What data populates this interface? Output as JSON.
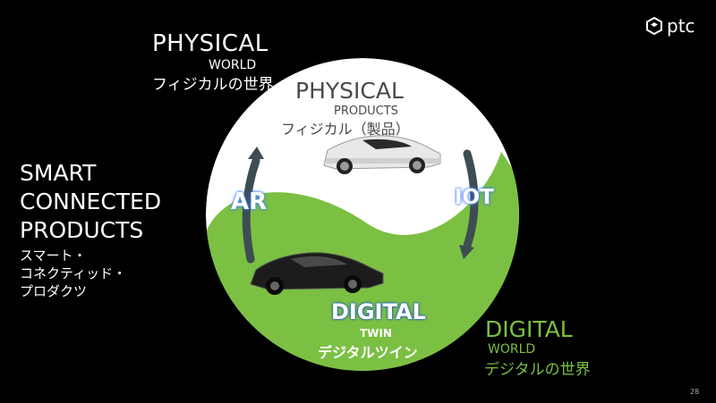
{
  "physical_world": {
    "title": "PHYSICAL",
    "subtitle": "WORLD",
    "japanese": "フィジカルの世界"
  },
  "smart_connected": {
    "lines": [
      "SMART",
      "CONNECTED",
      "PRODUCTS"
    ],
    "japanese": [
      "スマート・",
      "コネクティッド・",
      "プロダクツ"
    ]
  },
  "physical_products": {
    "title": "PHYSICAL",
    "subtitle": "PRODUCTS",
    "japanese": "フィジカル（製品）"
  },
  "digital_twin": {
    "title": "DIGITAL",
    "subtitle": "TWIN",
    "japanese": "デジタルツイン"
  },
  "labels": {
    "ar": "AR",
    "iot": "IOT"
  },
  "digital_world": {
    "title": "DIGITAL",
    "subtitle": "WORLD",
    "japanese": "デジタルの世界"
  },
  "logo": {
    "text": "ptc",
    "icon": "ptc-logo-icon"
  },
  "page_number": "28",
  "colors": {
    "background": "#000000",
    "green": "#7bc043",
    "white": "#ffffff",
    "arrow": "#3d4d53"
  }
}
